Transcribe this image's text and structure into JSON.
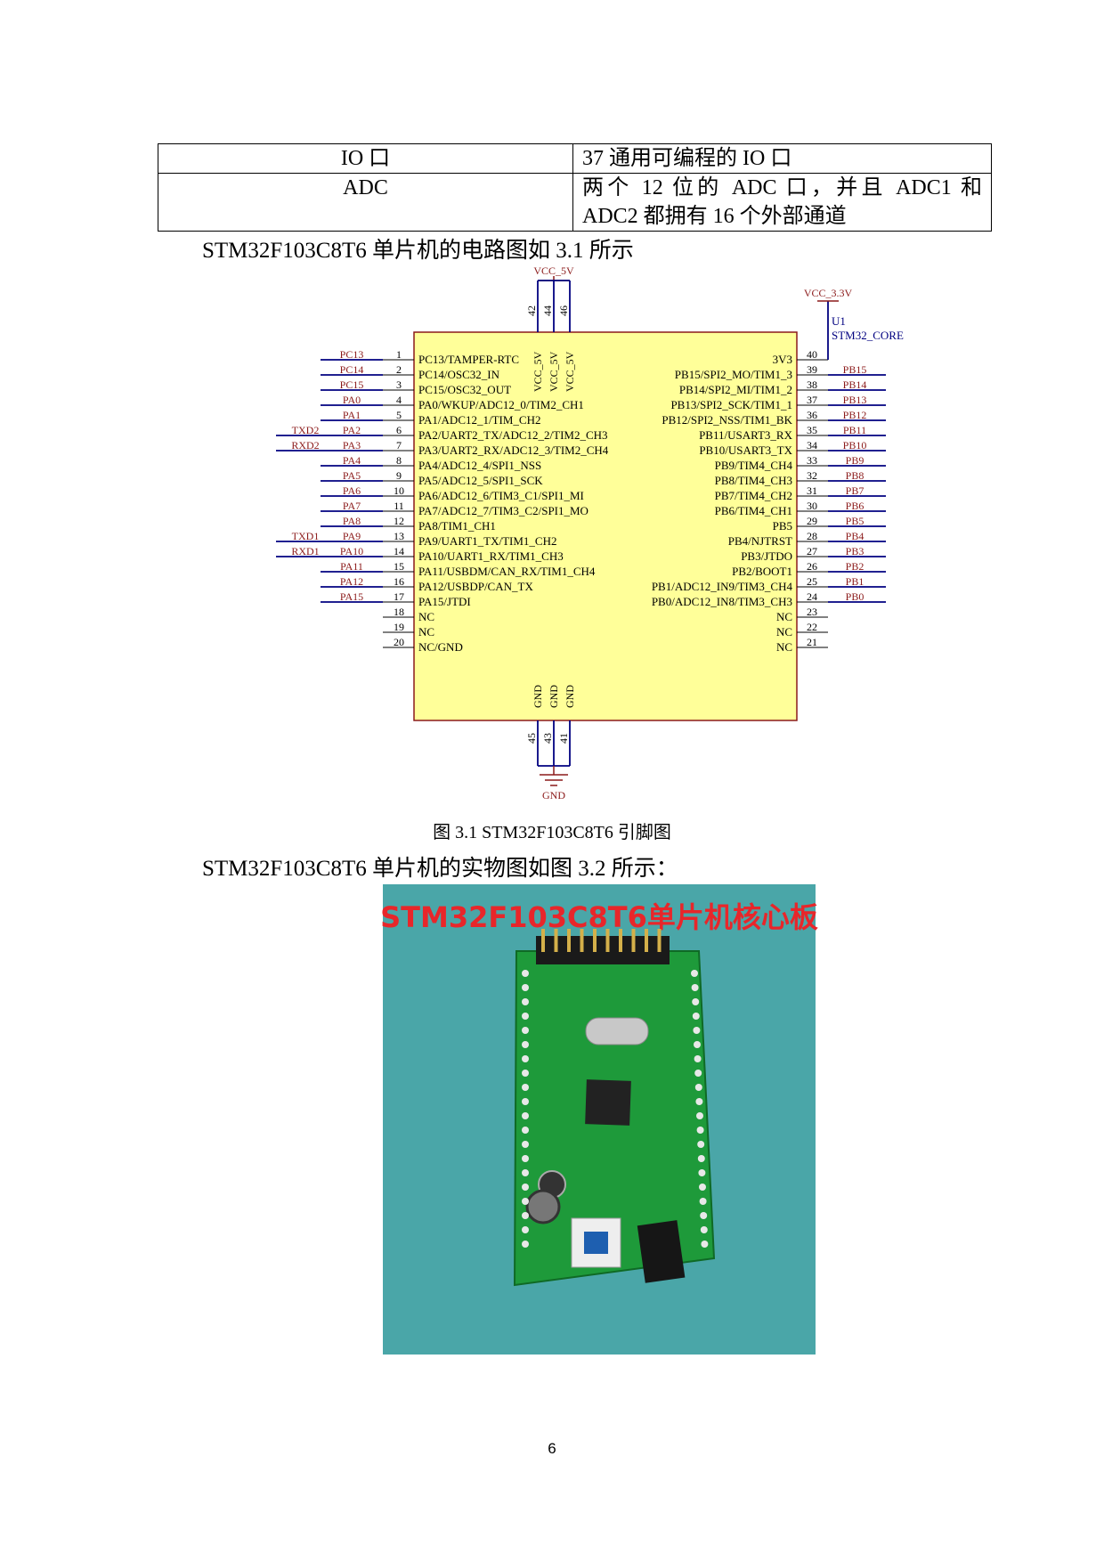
{
  "table": {
    "rows": [
      {
        "feature": "IO 口",
        "desc": "37 通用可编程的 IO 口"
      },
      {
        "feature": "ADC",
        "desc": "两个 12 位的 ADC 口，并且 ADC1 和 ADC2 都拥有 16 个外部通道"
      }
    ]
  },
  "para1": "STM32F103C8T6 单片机的电路图如 3.1 所示",
  "para2": "STM32F103C8T6 单片机的实物图如图 3.2 所示：",
  "caption1": "图 3.1  STM32F103C8T6 引脚图",
  "page_number": "6",
  "schematic": {
    "power_top": "VCC_5V",
    "power_33": "VCC_3.3V",
    "ref": "U1",
    "part": "STM32_CORE",
    "ground": "GND",
    "top_pins": [
      "42",
      "44",
      "46"
    ],
    "top_names": [
      "VCC_5V",
      "VCC_5V",
      "VCC_5V"
    ],
    "bottom_pins": [
      "45",
      "43",
      "41"
    ],
    "bottom_names": [
      "GND",
      "GND",
      "GND"
    ],
    "left_pins": [
      {
        "num": "1",
        "net": "PC13",
        "name": "PC13/TAMPER-RTC",
        "ext": ""
      },
      {
        "num": "2",
        "net": "PC14",
        "name": "PC14/OSC32_IN",
        "ext": ""
      },
      {
        "num": "3",
        "net": "PC15",
        "name": "PC15/OSC32_OUT",
        "ext": ""
      },
      {
        "num": "4",
        "net": "PA0",
        "name": "PA0/WKUP/ADC12_0/TIM2_CH1",
        "ext": ""
      },
      {
        "num": "5",
        "net": "PA1",
        "name": "PA1/ADC12_1/TIM_CH2",
        "ext": ""
      },
      {
        "num": "6",
        "net": "PA2",
        "name": "PA2/UART2_TX/ADC12_2/TIM2_CH3",
        "ext": "TXD2"
      },
      {
        "num": "7",
        "net": "PA3",
        "name": "PA3/UART2_RX/ADC12_3/TIM2_CH4",
        "ext": "RXD2"
      },
      {
        "num": "8",
        "net": "PA4",
        "name": "PA4/ADC12_4/SPI1_NSS",
        "ext": ""
      },
      {
        "num": "9",
        "net": "PA5",
        "name": "PA5/ADC12_5/SPI1_SCK",
        "ext": ""
      },
      {
        "num": "10",
        "net": "PA6",
        "name": "PA6/ADC12_6/TIM3_C1/SPI1_MI",
        "ext": ""
      },
      {
        "num": "11",
        "net": "PA7",
        "name": "PA7/ADC12_7/TIM3_C2/SPI1_MO",
        "ext": ""
      },
      {
        "num": "12",
        "net": "PA8",
        "name": "PA8/TIM1_CH1",
        "ext": ""
      },
      {
        "num": "13",
        "net": "PA9",
        "name": "PA9/UART1_TX/TIM1_CH2",
        "ext": "TXD1"
      },
      {
        "num": "14",
        "net": "PA10",
        "name": "PA10/UART1_RX/TIM1_CH3",
        "ext": "RXD1"
      },
      {
        "num": "15",
        "net": "PA11",
        "name": "PA11/USBDM/CAN_RX/TIM1_CH4",
        "ext": ""
      },
      {
        "num": "16",
        "net": "PA12",
        "name": "PA12/USBDP/CAN_TX",
        "ext": ""
      },
      {
        "num": "17",
        "net": "PA15",
        "name": "PA15/JTDI",
        "ext": ""
      },
      {
        "num": "18",
        "net": "",
        "name": "NC",
        "ext": ""
      },
      {
        "num": "19",
        "net": "",
        "name": "NC",
        "ext": ""
      },
      {
        "num": "20",
        "net": "",
        "name": "NC/GND",
        "ext": ""
      }
    ],
    "right_pins": [
      {
        "num": "40",
        "net": "",
        "name": "3V3"
      },
      {
        "num": "39",
        "net": "PB15",
        "name": "PB15/SPI2_MO/TIM1_3"
      },
      {
        "num": "38",
        "net": "PB14",
        "name": "PB14/SPI2_MI/TIM1_2"
      },
      {
        "num": "37",
        "net": "PB13",
        "name": "PB13/SPI2_SCK/TIM1_1"
      },
      {
        "num": "36",
        "net": "PB12",
        "name": "PB12/SPI2_NSS/TIM1_BK"
      },
      {
        "num": "35",
        "net": "PB11",
        "name": "PB11/USART3_RX"
      },
      {
        "num": "34",
        "net": "PB10",
        "name": "PB10/USART3_TX"
      },
      {
        "num": "33",
        "net": "PB9",
        "name": "PB9/TIM4_CH4"
      },
      {
        "num": "32",
        "net": "PB8",
        "name": "PB8/TIM4_CH3"
      },
      {
        "num": "31",
        "net": "PB7",
        "name": "PB7/TIM4_CH2"
      },
      {
        "num": "30",
        "net": "PB6",
        "name": "PB6/TIM4_CH1"
      },
      {
        "num": "29",
        "net": "PB5",
        "name": "PB5"
      },
      {
        "num": "28",
        "net": "PB4",
        "name": "PB4/NJTRST"
      },
      {
        "num": "27",
        "net": "PB3",
        "name": "PB3/JTDO"
      },
      {
        "num": "26",
        "net": "PB2",
        "name": "PB2/BOOT1"
      },
      {
        "num": "25",
        "net": "PB1",
        "name": "PB1/ADC12_IN9/TIM3_CH4"
      },
      {
        "num": "24",
        "net": "PB0",
        "name": "PB0/ADC12_IN8/TIM3_CH3"
      },
      {
        "num": "23",
        "net": "",
        "name": "NC"
      },
      {
        "num": "22",
        "net": "",
        "name": "NC"
      },
      {
        "num": "21",
        "net": "",
        "name": "NC"
      }
    ],
    "colors": {
      "chip_fill": "#ffff99",
      "chip_stroke": "#8b1a1a",
      "net_label": "#8b1a1a",
      "wire": "#000080",
      "text": "#000000"
    }
  },
  "photo": {
    "title": "STM32F103C8T6单片机核心板",
    "title_color": "#e8262a",
    "background_color": "#4aa6a8",
    "pcb_color": "#1e9a3a"
  }
}
